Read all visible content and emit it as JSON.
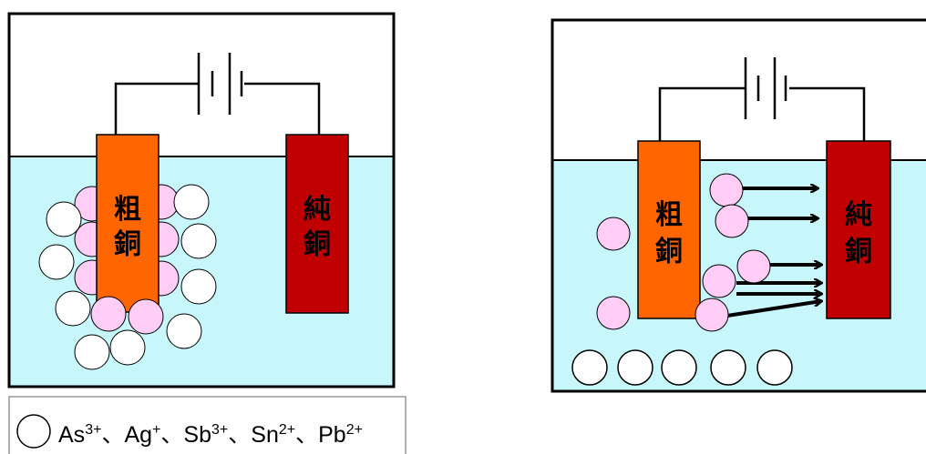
{
  "colors": {
    "electrolyte": "#c8f7fb",
    "crude_copper": "#ff6600",
    "pure_copper": "#c00000",
    "cation_pink": "#ffcdf5",
    "impurity_white": "#ffffff"
  },
  "labels": {
    "crude_copper": [
      "粗",
      "銅"
    ],
    "pure_copper": [
      "純",
      "銅"
    ]
  },
  "legend": {
    "symbol": "circle-outline-icon",
    "ions": [
      {
        "base": "As",
        "sup": "3+"
      },
      {
        "base": "Ag",
        "sup": "+"
      },
      {
        "base": "Sb",
        "sup": "3+"
      },
      {
        "base": "Sn",
        "sup": "2+"
      },
      {
        "base": "Pb",
        "sup": "2+"
      }
    ],
    "separator": "、"
  }
}
